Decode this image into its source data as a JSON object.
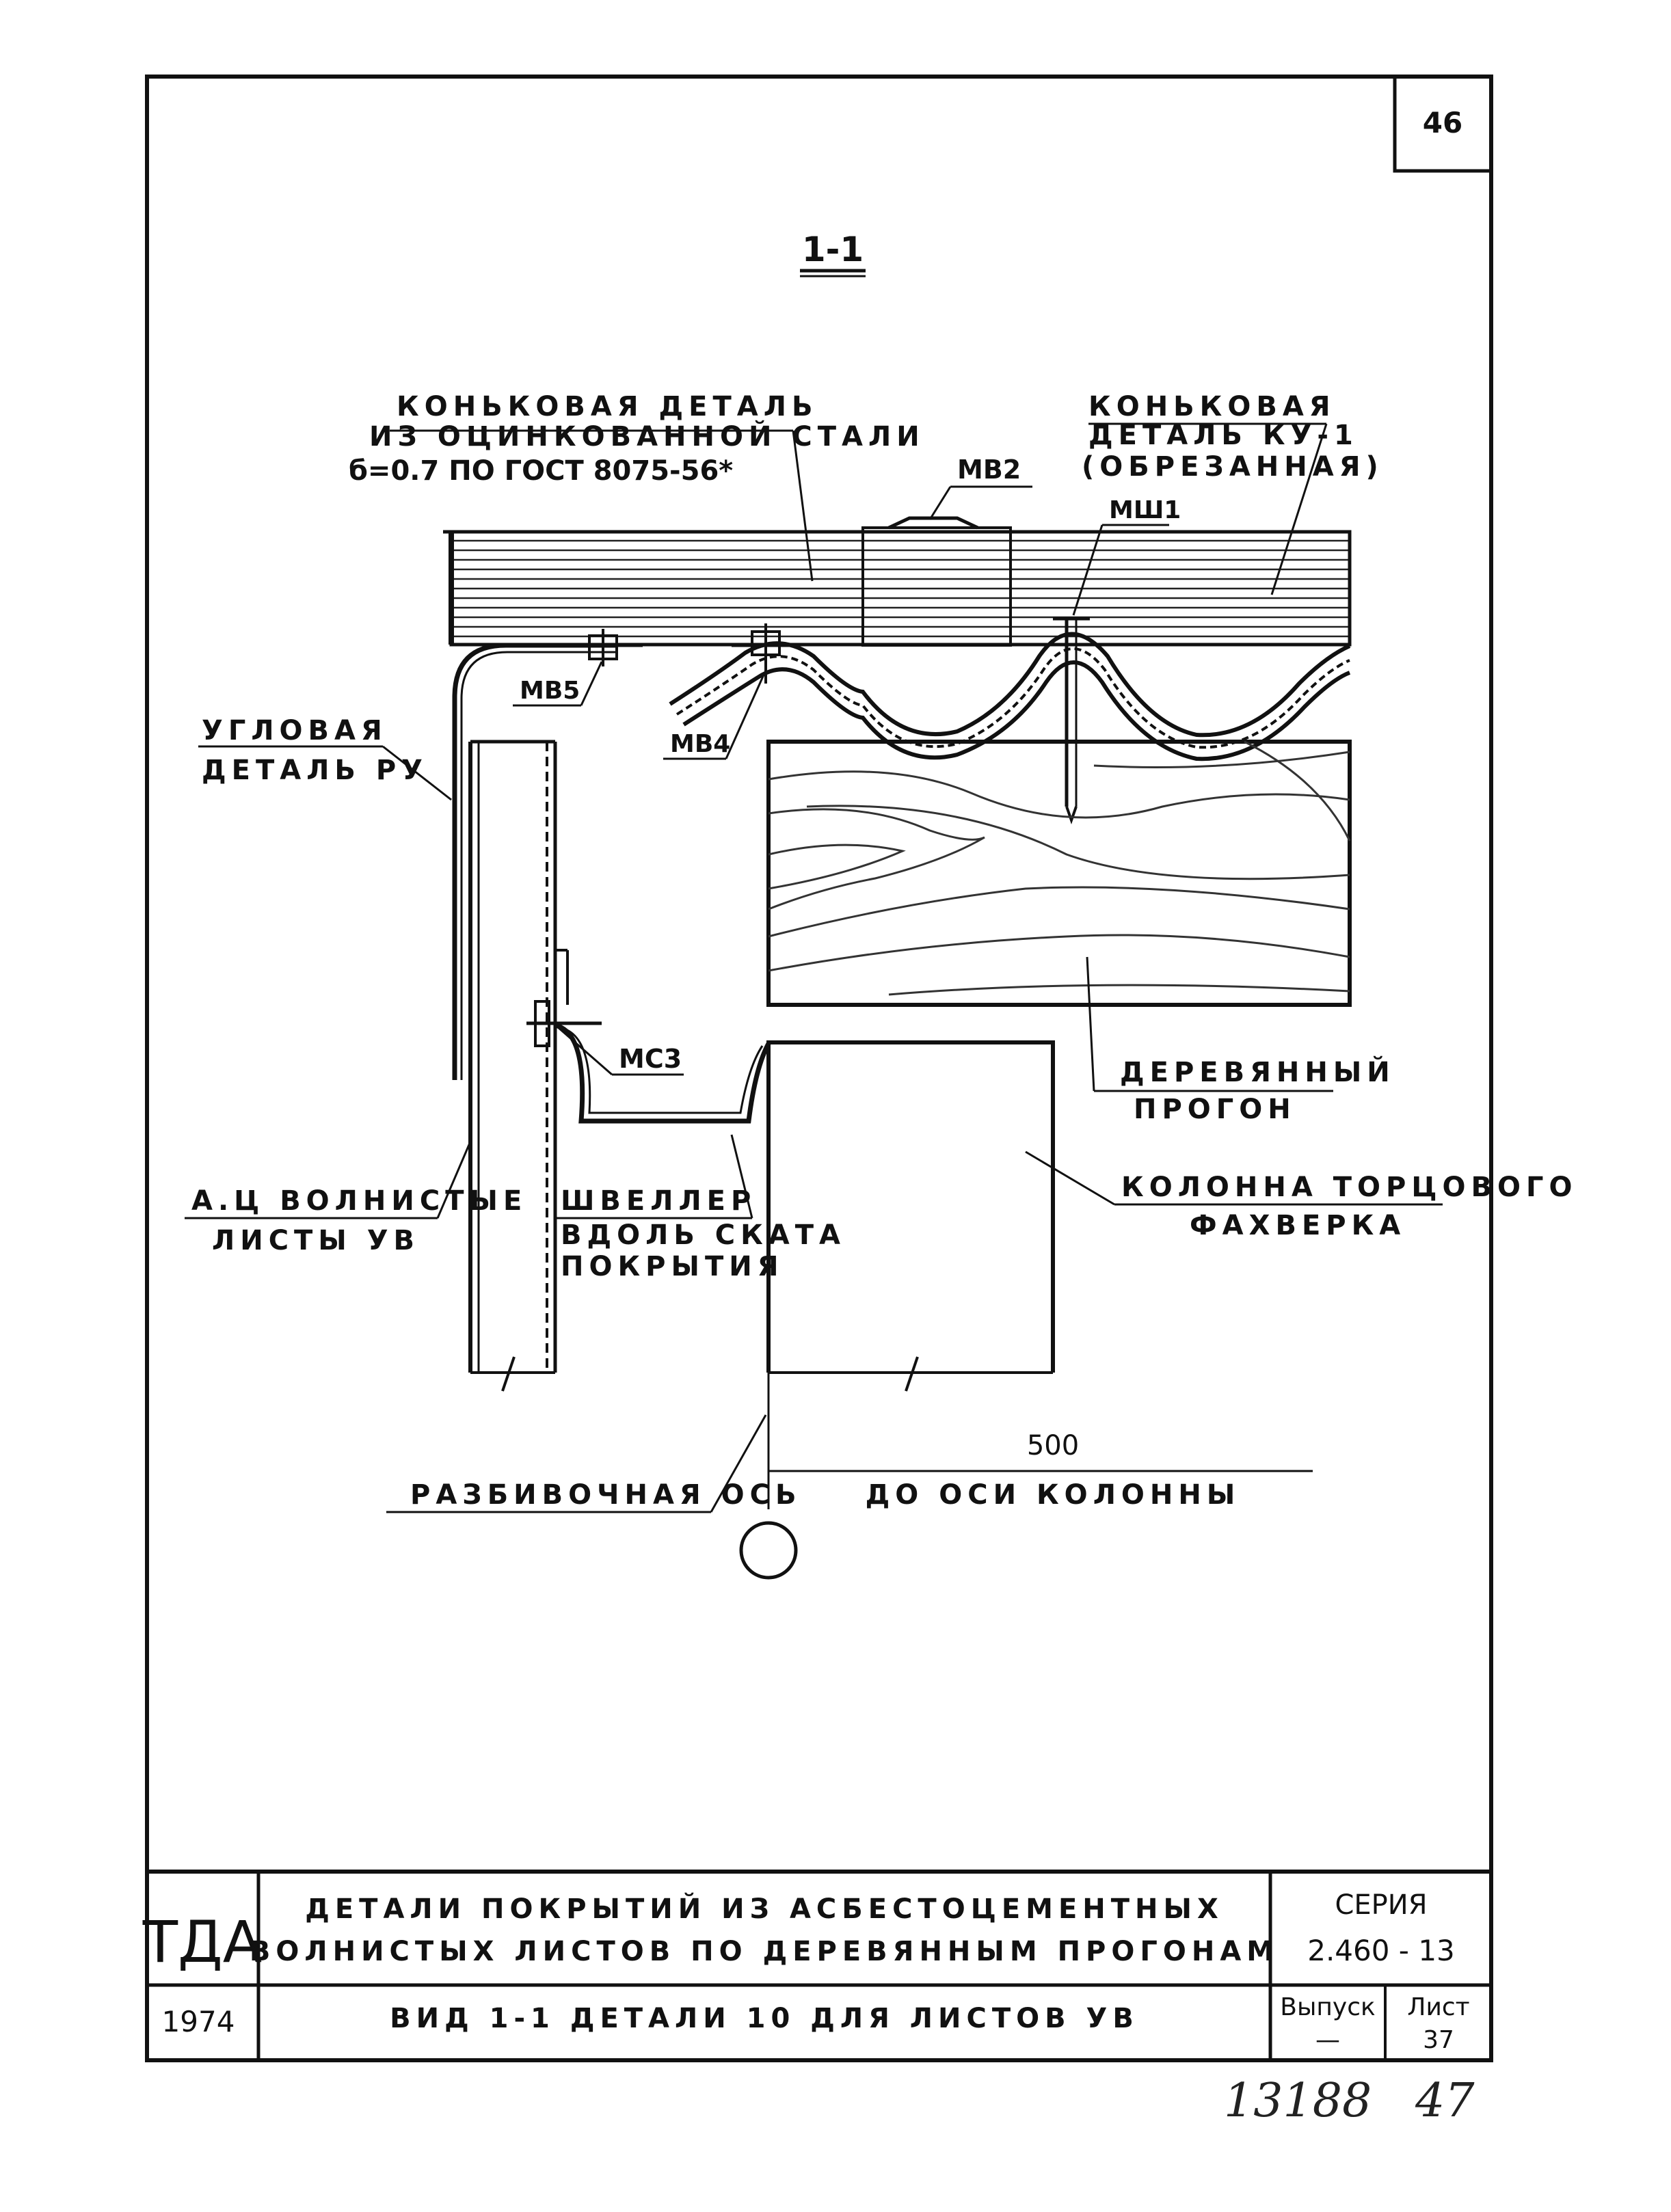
{
  "page_number": "46",
  "section_title": "1-1",
  "labels": {
    "ridge_detail_1": "КОНЬКОВАЯ ДЕТАЛЬ",
    "ridge_detail_2": "ИЗ ОЦИНКОВАННОЙ СТАЛИ",
    "ridge_detail_3": "б=0.7 ПО ГОСТ 8075-56*",
    "ridge_ku_1": "КОНЬКОВАЯ",
    "ridge_ku_2": "ДЕТАЛЬ КУ-1",
    "ridge_ku_3": "(ОБРЕЗАННАЯ)",
    "mv2": "МВ2",
    "msh1": "МШ1",
    "mv5": "МВ5",
    "mv4": "МВ4",
    "corner_1": "УГЛОВАЯ",
    "corner_2": "ДЕТАЛЬ РУ",
    "ms3": "МС3",
    "purlin_1": "ДЕРЕВЯННЫЙ",
    "purlin_2": "ПРОГОН",
    "sheets_1": "А.Ц ВОЛНИСТЫЕ",
    "sheets_2": "ЛИСТЫ УВ",
    "channel_1": "ШВЕЛЛЕР",
    "channel_2": "ВДОЛЬ СКАТА",
    "channel_3": "ПОКРЫТИЯ",
    "column_1": "КОЛОННА ТОРЦОВОГО",
    "column_2": "ФАХВЕРКА",
    "dim_value": "500",
    "dim_text": "ДО ОСИ КОЛОННЫ",
    "axis": "РАЗБИВОЧНАЯ ОСЬ"
  },
  "title_block": {
    "org": "ТДА",
    "year": "1974",
    "title_line1": "ДЕТАЛИ ПОКРЫТИЙ ИЗ АСБЕСТОЦЕМЕНТНЫХ",
    "title_line2": "ВОЛНИСТЫХ ЛИСТОВ ПО ДЕРЕВЯННЫМ ПРОГОНАМ",
    "subtitle": "ВИД 1-1 ДЕТАЛИ 10 ДЛЯ ЛИСТОВ УВ",
    "series_label": "СЕРИЯ",
    "series_value": "2.460 - 13",
    "issue_label": "Выпуск",
    "issue_value": "—",
    "sheet_label": "Лист",
    "sheet_value": "37"
  },
  "handwritten": {
    "left": "13188",
    "right": "47"
  }
}
